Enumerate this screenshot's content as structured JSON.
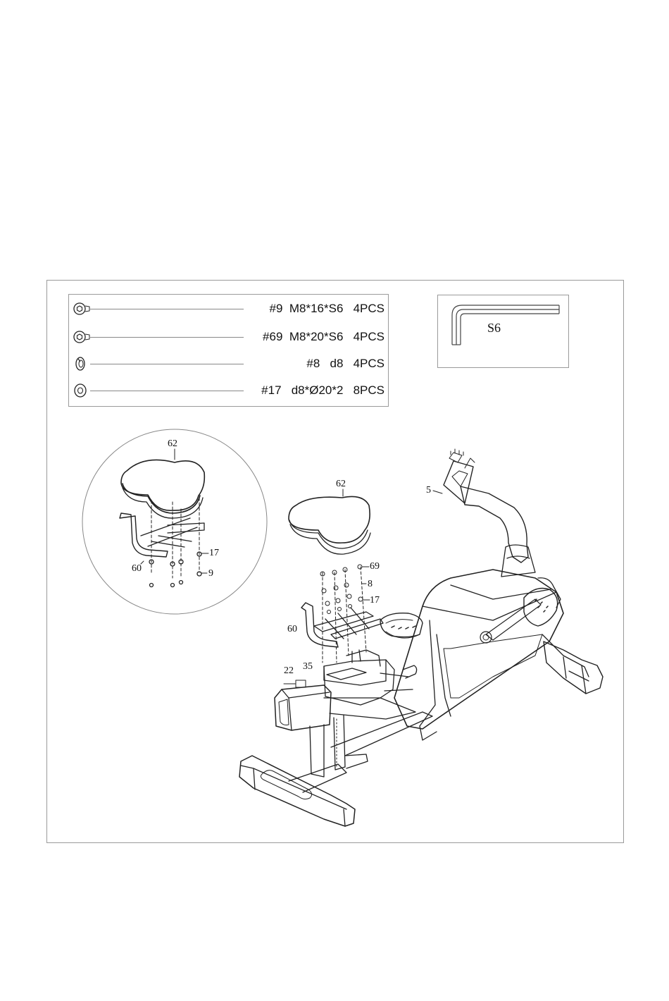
{
  "hardware": [
    {
      "id": "bolt-9",
      "icon": "hex-bolt-icon",
      "label": "#9  M8*16*S6   4PCS"
    },
    {
      "id": "bolt-69",
      "icon": "hex-bolt-icon",
      "label": "#69  M8*20*S6   4PCS"
    },
    {
      "id": "washer-8",
      "icon": "spring-washer-icon",
      "label": "#8   d8   4PCS"
    },
    {
      "id": "washer-17",
      "icon": "flat-washer-icon",
      "label": "#17   d8*Ø20*2   8PCS"
    }
  ],
  "tool": {
    "icon": "allen-wrench-icon",
    "label": "S6"
  },
  "callouts": {
    "detail_seat": "62",
    "detail_bracket": "60",
    "detail_washer": "17",
    "detail_bolt": "9",
    "seat": "62",
    "bolt": "69",
    "spring_washer": "8",
    "flat_washer": "17",
    "bracket": "60",
    "knob": "22",
    "slider": "35",
    "console_plate": "5"
  }
}
